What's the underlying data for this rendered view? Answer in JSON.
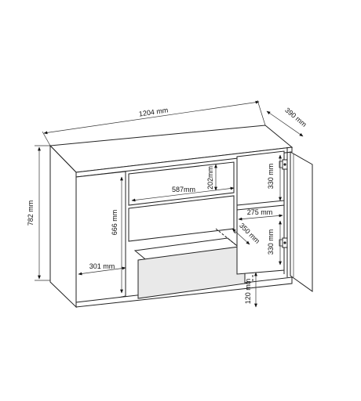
{
  "dimensions": {
    "width": "1204 mm",
    "depth": "390 mm",
    "height": "782 mm",
    "inner_height": "666 mm",
    "side_shelf_width": "301 mm",
    "drawer_inner_width": "587mm",
    "drawer_height": "202mm",
    "right_shelf_width": "275 mm",
    "right_top_height": "330 mm",
    "right_bottom_height": "330 mm",
    "drawer_depth": "350 mm",
    "drawer_front_height": "120 mm"
  }
}
